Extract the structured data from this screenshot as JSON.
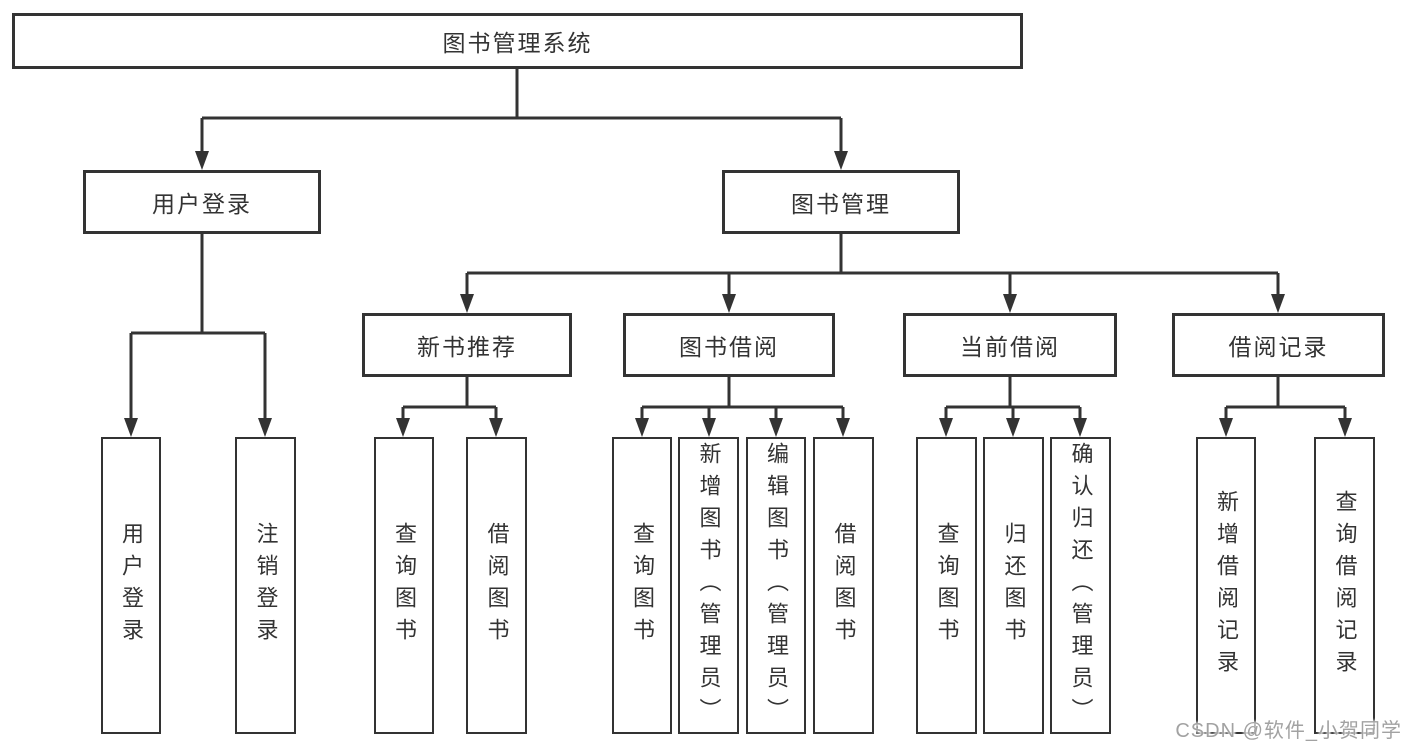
{
  "diagram": {
    "root": {
      "label": "图书管理系统"
    },
    "branches": [
      {
        "label": "用户登录",
        "children": [
          {
            "label": "用户登录"
          },
          {
            "label": "注销登录"
          }
        ]
      },
      {
        "label": "图书管理",
        "children": [
          {
            "label": "新书推荐",
            "children": [
              {
                "label": "查询图书"
              },
              {
                "label": "借阅图书"
              }
            ]
          },
          {
            "label": "图书借阅",
            "children": [
              {
                "label": "查询图书"
              },
              {
                "label": "新增图书（管理员）"
              },
              {
                "label": "编辑图书（管理员）"
              },
              {
                "label": "借阅图书"
              }
            ]
          },
          {
            "label": "当前借阅",
            "children": [
              {
                "label": "查询图书"
              },
              {
                "label": "归还图书"
              },
              {
                "label": "确认归还（管理员）"
              }
            ]
          },
          {
            "label": "借阅记录",
            "children": [
              {
                "label": "新增借阅记录"
              },
              {
                "label": "查询借阅记录"
              }
            ]
          }
        ]
      }
    ]
  },
  "watermark": {
    "text": "CSDN @软件_小贺同学"
  },
  "colors": {
    "line": "#333333",
    "text": "#333333",
    "box_fill": "#ffffff",
    "background": "#ffffff",
    "watermark": "#a2a2a2"
  }
}
